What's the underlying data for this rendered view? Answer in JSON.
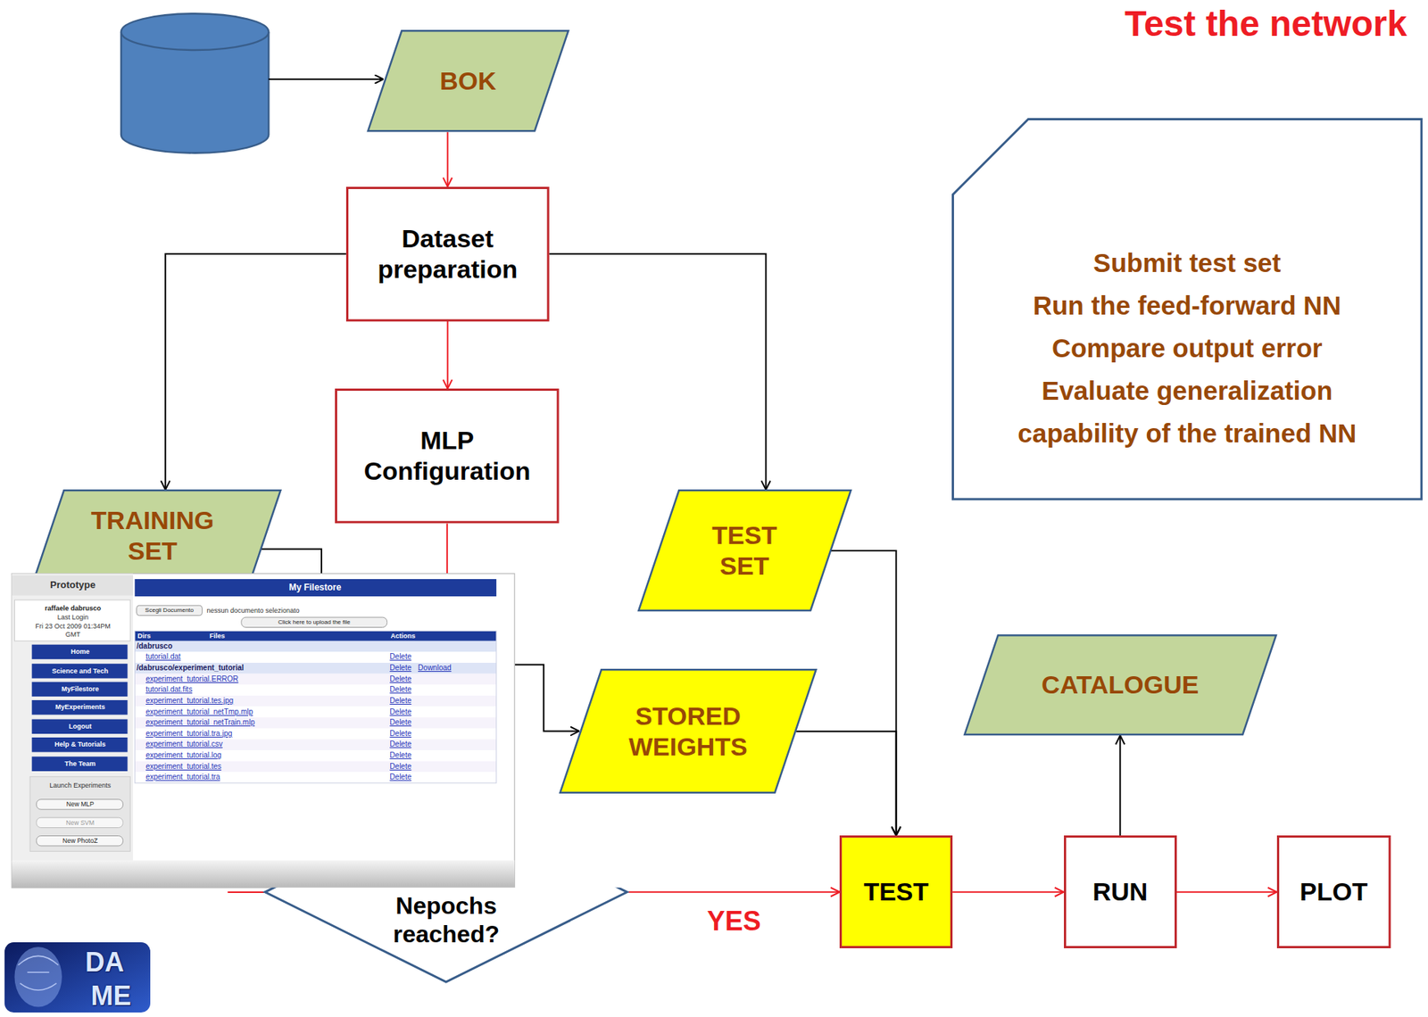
{
  "diagram": {
    "title": "Test the network",
    "nodes": [
      {
        "text": [
          "BOK"
        ]
      },
      {
        "text": [
          "Submit test set",
          "Run the feed-forward NN",
          "Compare output error",
          "Evaluate generalization capability of the trained NN"
        ]
      },
      {
        "text": [
          "Dataset preparation"
        ]
      },
      {
        "text": [
          "MLP Configuration"
        ]
      },
      {
        "text": [
          "TRAINING SET"
        ]
      },
      {
        "text": [
          "TEST SET"
        ]
      },
      {
        "text": [
          "CATALOGUE"
        ]
      },
      {
        "text": [
          "STORED WEIGHTS"
        ]
      },
      {
        "text": [
          "Nepochs reached?"
        ]
      },
      {
        "text": [
          "TEST"
        ]
      },
      {
        "text": [
          "RUN"
        ]
      },
      {
        "text": [
          "PLOT"
        ]
      }
    ],
    "edges": [
      {
        "from": 0,
        "to": 2,
        "arrow": "to"
      },
      {
        "from": 2,
        "to": 3,
        "arrow": "to"
      },
      {
        "from": 2,
        "to": 4,
        "arrow": "to"
      },
      {
        "from": 2,
        "to": 5,
        "arrow": "to"
      },
      {
        "from": 5,
        "to": 9,
        "arrow": "to"
      },
      {
        "from": 7,
        "to": 9,
        "arrow": "to"
      },
      {
        "from": 8,
        "to": 9,
        "label": "YES",
        "arrow": "to"
      },
      {
        "from": 9,
        "to": 10,
        "arrow": "to"
      },
      {
        "from": 10,
        "to": 11,
        "arrow": "to"
      },
      {
        "from": 10,
        "to": 6,
        "arrow": "to"
      }
    ],
    "labels": [
      "Prototype",
      "raffaele dabrusco",
      "Last Login",
      "Fri 23 Oct 2009 01:34PM GMT",
      "Home",
      "Science and Tech",
      "MyFilestore",
      "MyExperiments",
      "Logout",
      "Help & Tutorials",
      "The Team",
      "Launch Experiments",
      "New MLP",
      "New SVM",
      "New PhotoZ",
      "My Filestore",
      "Scegli Documento",
      "nessun documento selezionato",
      "Click here to upload the file",
      "Dirs",
      "Files",
      "Actions",
      "/dabrusco",
      "tutorial.dat",
      "Delete",
      "/dabrusco/experiment_tutorial",
      "Delete",
      "Download",
      "experiment_tutorial.ERROR",
      "Delete",
      "tutorial.dat.fits",
      "Delete",
      "experiment_tutorial.tes.jpg",
      "Delete",
      "experiment_tutorial_netTmp.mlp",
      "Delete",
      "experiment_tutorial_netTrain.mlp",
      "Delete",
      "experiment_tutorial.tra.jpg",
      "Delete",
      "experiment_tutorial.csv",
      "Delete",
      "experiment_tutorial.log",
      "Delete",
      "experiment_tutorial.tes",
      "Delete",
      "experiment_tutorial.tra",
      "Delete",
      "DA",
      "ME"
    ]
  }
}
